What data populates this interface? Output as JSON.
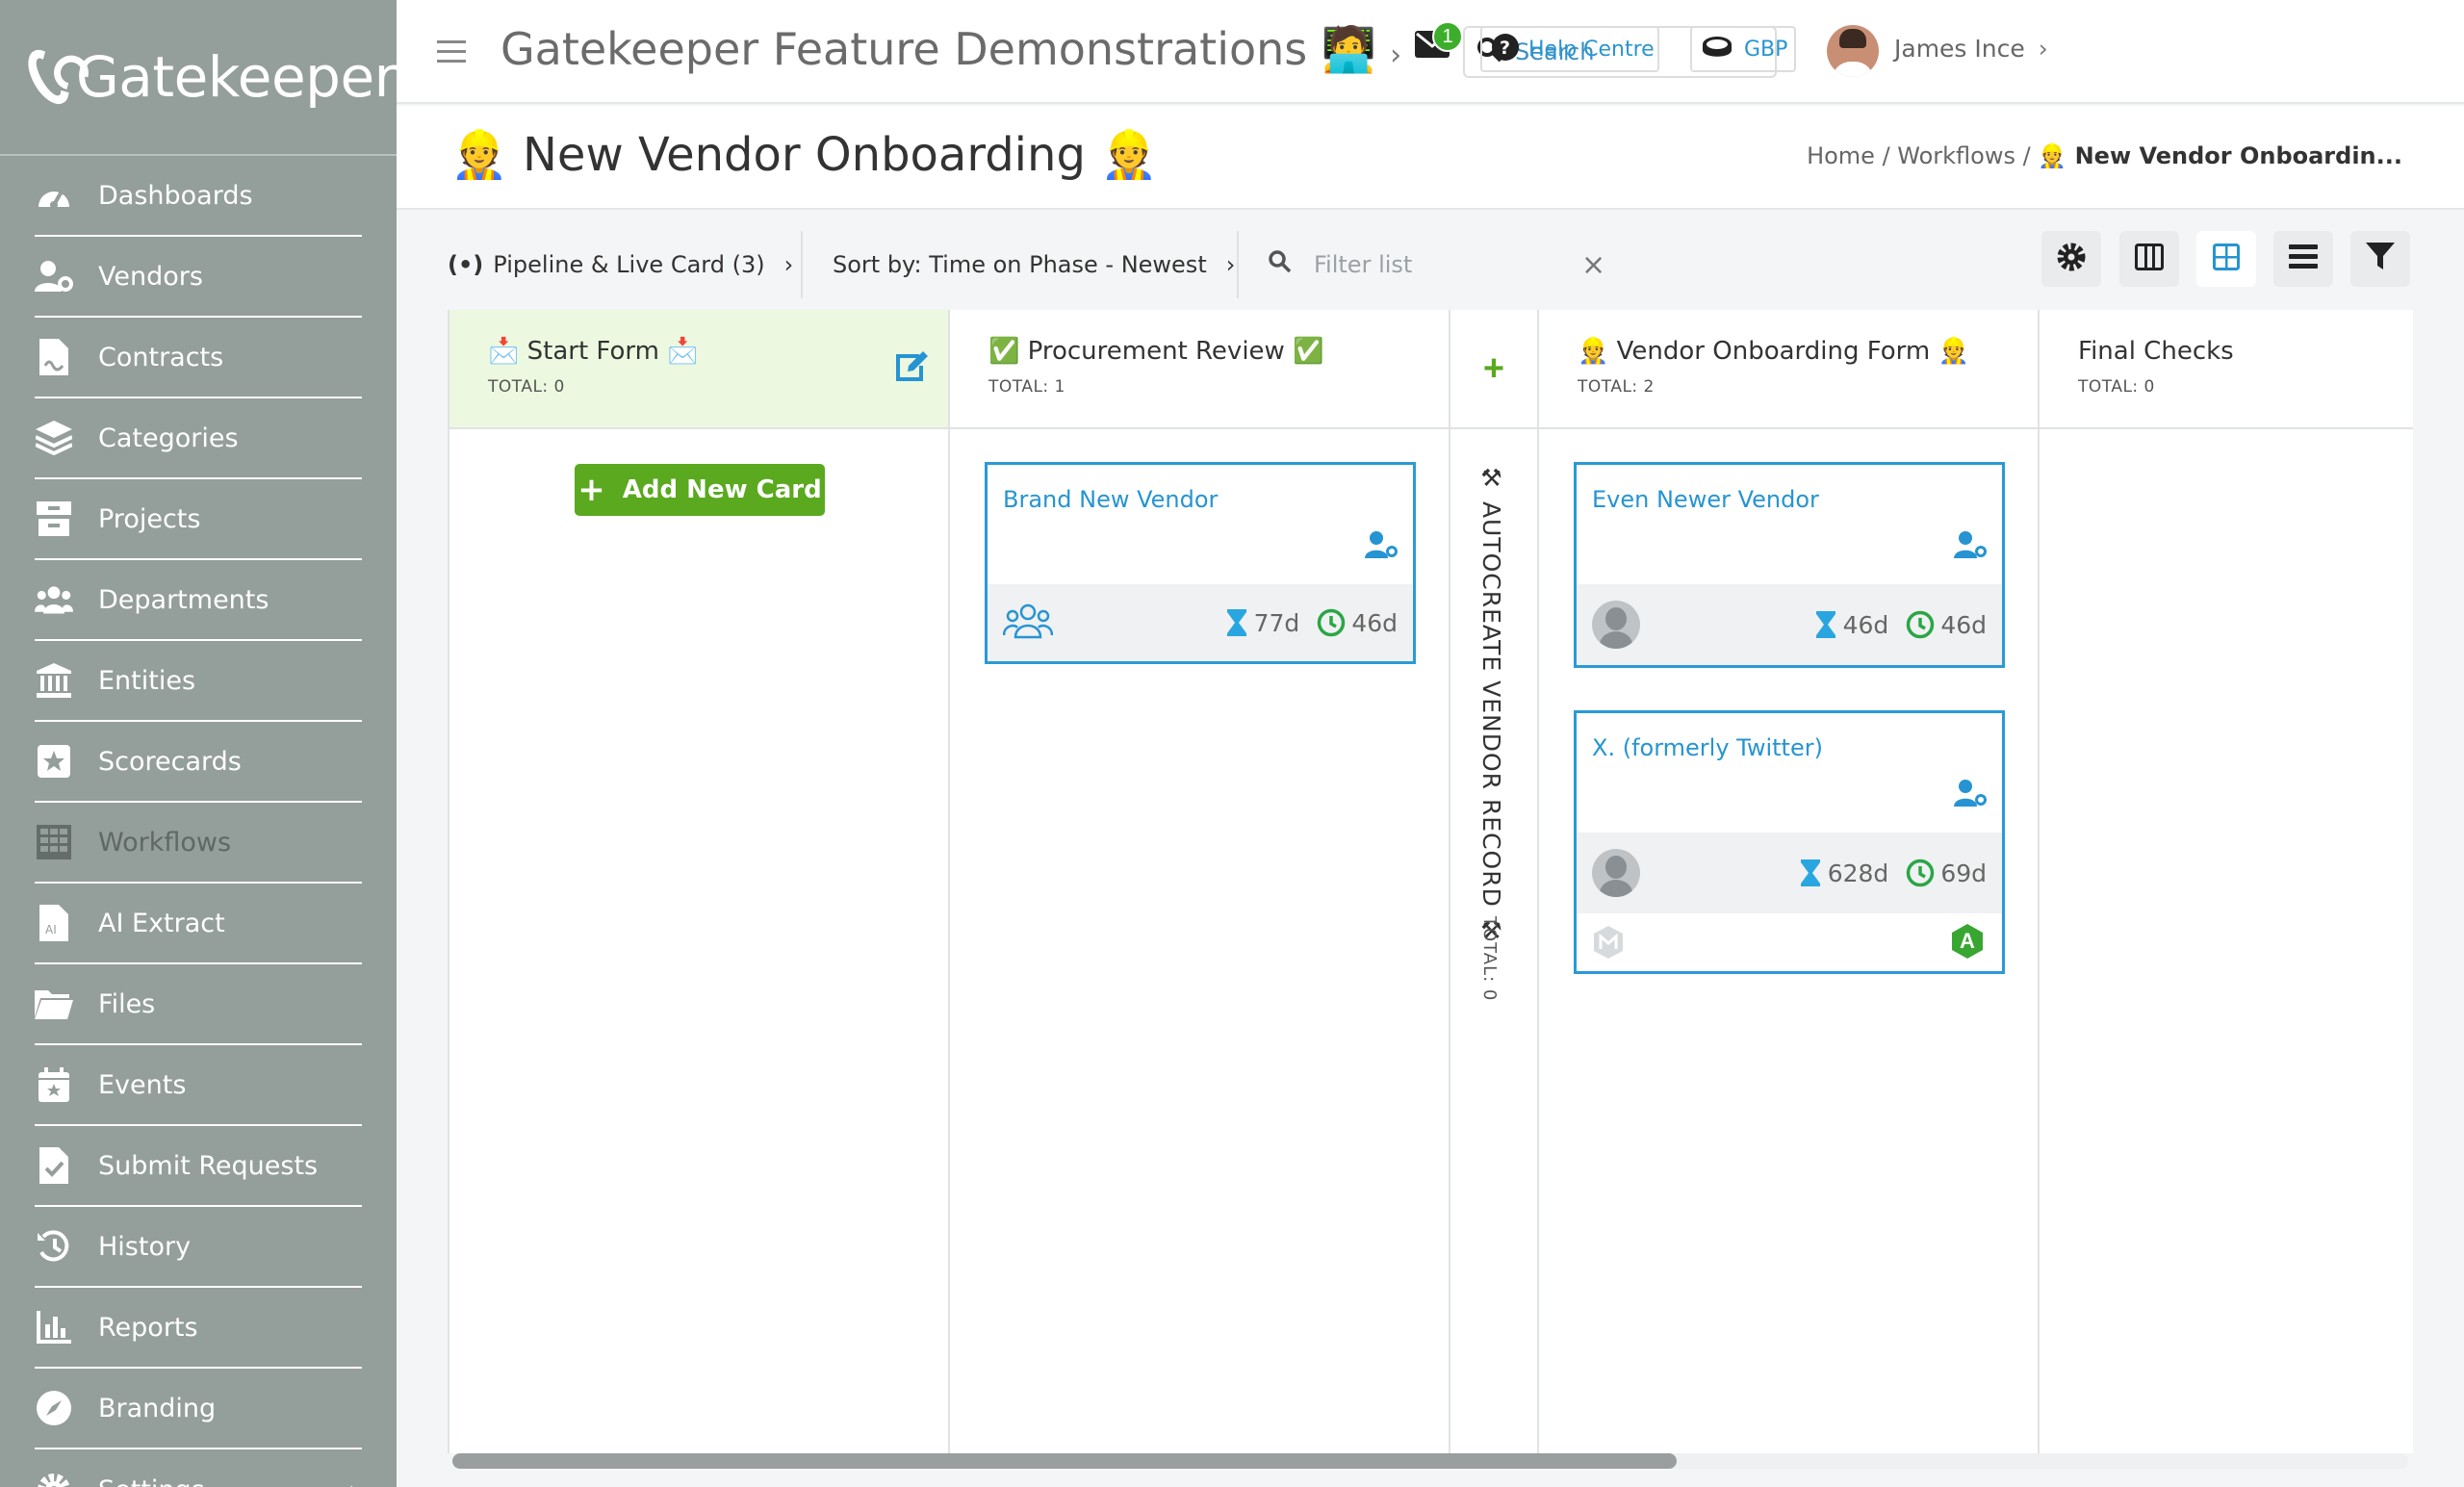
{
  "app": {
    "brand": "Gatekeeper",
    "header_title": "Gatekeeper Feature Demonstrations 🧑‍💻",
    "search_placeholder": "Search",
    "mail_count": "1",
    "help_label": "Help Centre",
    "currency_label": "GBP",
    "user_name": "James Ince"
  },
  "sidebar": {
    "items": [
      {
        "label": "Dashboards",
        "icon": "gauge-icon"
      },
      {
        "label": "Vendors",
        "icon": "user-cog-icon"
      },
      {
        "label": "Contracts",
        "icon": "document-signature-icon"
      },
      {
        "label": "Categories",
        "icon": "layers-icon"
      },
      {
        "label": "Projects",
        "icon": "archive-icon"
      },
      {
        "label": "Departments",
        "icon": "users-icon"
      },
      {
        "label": "Entities",
        "icon": "bank-icon"
      },
      {
        "label": "Scorecards",
        "icon": "star-square-icon"
      },
      {
        "label": "Workflows",
        "icon": "grid-table-icon"
      },
      {
        "label": "AI Extract",
        "icon": "ai-file-icon"
      },
      {
        "label": "Files",
        "icon": "folder-icon"
      },
      {
        "label": "Events",
        "icon": "calendar-icon"
      },
      {
        "label": "Submit Requests",
        "icon": "clipboard-check-icon"
      },
      {
        "label": "History",
        "icon": "history-icon"
      },
      {
        "label": "Reports",
        "icon": "bar-chart-icon"
      },
      {
        "label": "Branding",
        "icon": "compass-icon"
      },
      {
        "label": "Settings",
        "icon": "gear-icon"
      }
    ]
  },
  "page": {
    "title": "👷 New Vendor Onboarding 👷",
    "breadcrumb": {
      "home": "Home",
      "workflows": "Workflows",
      "current": "👷 New Vendor Onboardin..."
    }
  },
  "toolbar": {
    "pipeline_label": "Pipeline & Live Card (3)",
    "sort_label": "Sort by: Time on Phase - Newest",
    "filter_placeholder": "Filter list",
    "clear_symbol": "×"
  },
  "board": {
    "columns": [
      {
        "title": "📩 Start Form 📩",
        "total": "TOTAL: 0",
        "add_label": "Add New Card"
      },
      {
        "title": "✅ Procurement Review ✅",
        "total": "TOTAL: 1"
      },
      {
        "title": "⚒ AUTOCREATE VENDOR RECORD ⚒",
        "total": "TOTAL: 0",
        "add_symbol": "+"
      },
      {
        "title": "👷 Vendor Onboarding Form 👷",
        "total": "TOTAL: 2"
      },
      {
        "title": "Final Checks",
        "total": "TOTAL: 0"
      }
    ],
    "cards": {
      "procurement": [
        {
          "name": "Brand New Vendor",
          "phase_time": "77d",
          "total_time": "46d"
        }
      ],
      "onboarding": [
        {
          "name": "Even Newer Vendor",
          "phase_time": "46d",
          "total_time": "46d"
        },
        {
          "name": "X. (formerly Twitter)",
          "phase_time": "628d",
          "total_time": "69d",
          "grade": "A"
        }
      ]
    }
  },
  "colors": {
    "accent": "#2694d2",
    "success": "#5aa91e",
    "sidebar": "#949e9a"
  }
}
